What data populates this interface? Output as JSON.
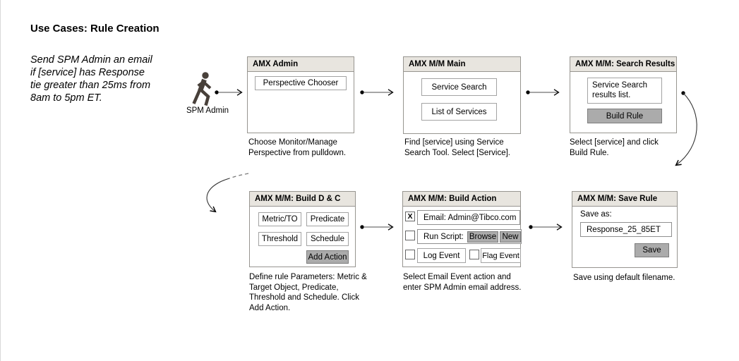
{
  "page": {
    "title": "Use Cases: Rule Creation",
    "scenario": "Send SPM Admin an email\nif [service] has Response\ntie greater than 25ms from\n8am to 5pm ET."
  },
  "actor": {
    "label": "SPM Admin"
  },
  "boxes": {
    "admin": {
      "title": "AMX Admin",
      "button": "Perspective Chooser",
      "caption": "Choose Monitor/Manage Perspective from pulldown."
    },
    "main": {
      "title": "AMX M/M Main",
      "button1": "Service Search",
      "button2": "List of Services",
      "caption": "Find [service] using Service Search Tool. Select [Service]."
    },
    "search_results": {
      "title": "AMX M/M: Search Results",
      "list_label": "Service Search results list.",
      "button": "Build Rule",
      "caption": "Select [service] and click Build Rule."
    },
    "build_dc": {
      "title": "AMX M/M: Build D & C",
      "buttons": [
        "Metric/TO",
        "Predicate",
        "Threshold",
        "Schedule"
      ],
      "action_button": "Add Action",
      "caption": "Define rule Parameters: Metric & Target Object, Predicate, Threshold and Schedule. Click Add Action."
    },
    "build_action": {
      "title": "AMX M/M: Build Action",
      "email_checkbox": "X",
      "email_field": "Email: Admin@Tibco.com",
      "run_script_label": "Run Script:",
      "browse_button": "Browse",
      "new_button": "New",
      "log_event_button": "Log Event",
      "flag_event_button": "Flag Event",
      "caption": "Select Email Event action and enter SPM Admin email address."
    },
    "save_rule": {
      "title": "AMX M/M: Save Rule",
      "save_as_label": "Save as:",
      "filename_value": "Response_25_85ET",
      "save_button": "Save",
      "caption": "Save using default filename."
    }
  },
  "colors": {
    "header_bg": "#e8e5df",
    "box_border": "#979590",
    "gray_button": "#ababab",
    "actor_figure": "#48403a"
  }
}
